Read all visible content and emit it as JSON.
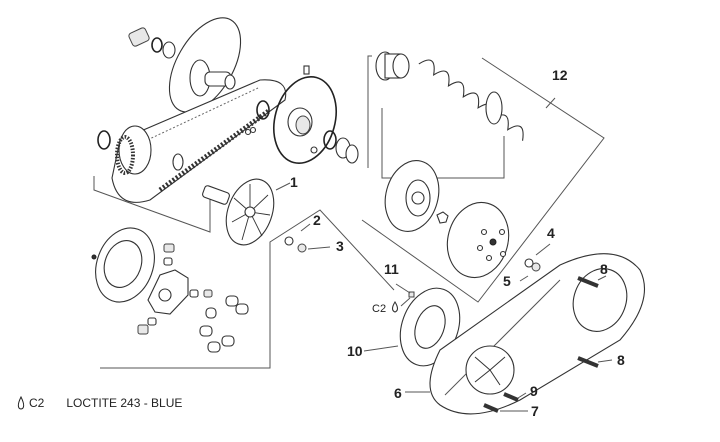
{
  "diagram": {
    "type": "exploded-parts-view",
    "subject": "variator / transmission assembly",
    "callouts": [
      {
        "id": "1",
        "label": "1"
      },
      {
        "id": "2",
        "label": "2"
      },
      {
        "id": "3",
        "label": "3"
      },
      {
        "id": "4",
        "label": "4"
      },
      {
        "id": "5",
        "label": "5"
      },
      {
        "id": "6",
        "label": "6"
      },
      {
        "id": "7",
        "label": "7"
      },
      {
        "id": "8a",
        "label": "8"
      },
      {
        "id": "8b",
        "label": "8"
      },
      {
        "id": "9",
        "label": "9"
      },
      {
        "id": "10",
        "label": "10"
      },
      {
        "id": "11",
        "label": "11"
      },
      {
        "id": "12",
        "label": "12"
      }
    ],
    "threadlock_marker": "C2",
    "legend": {
      "icon": "drop-icon",
      "code": "C2",
      "text": "LOCTITE 243 - BLUE"
    }
  }
}
